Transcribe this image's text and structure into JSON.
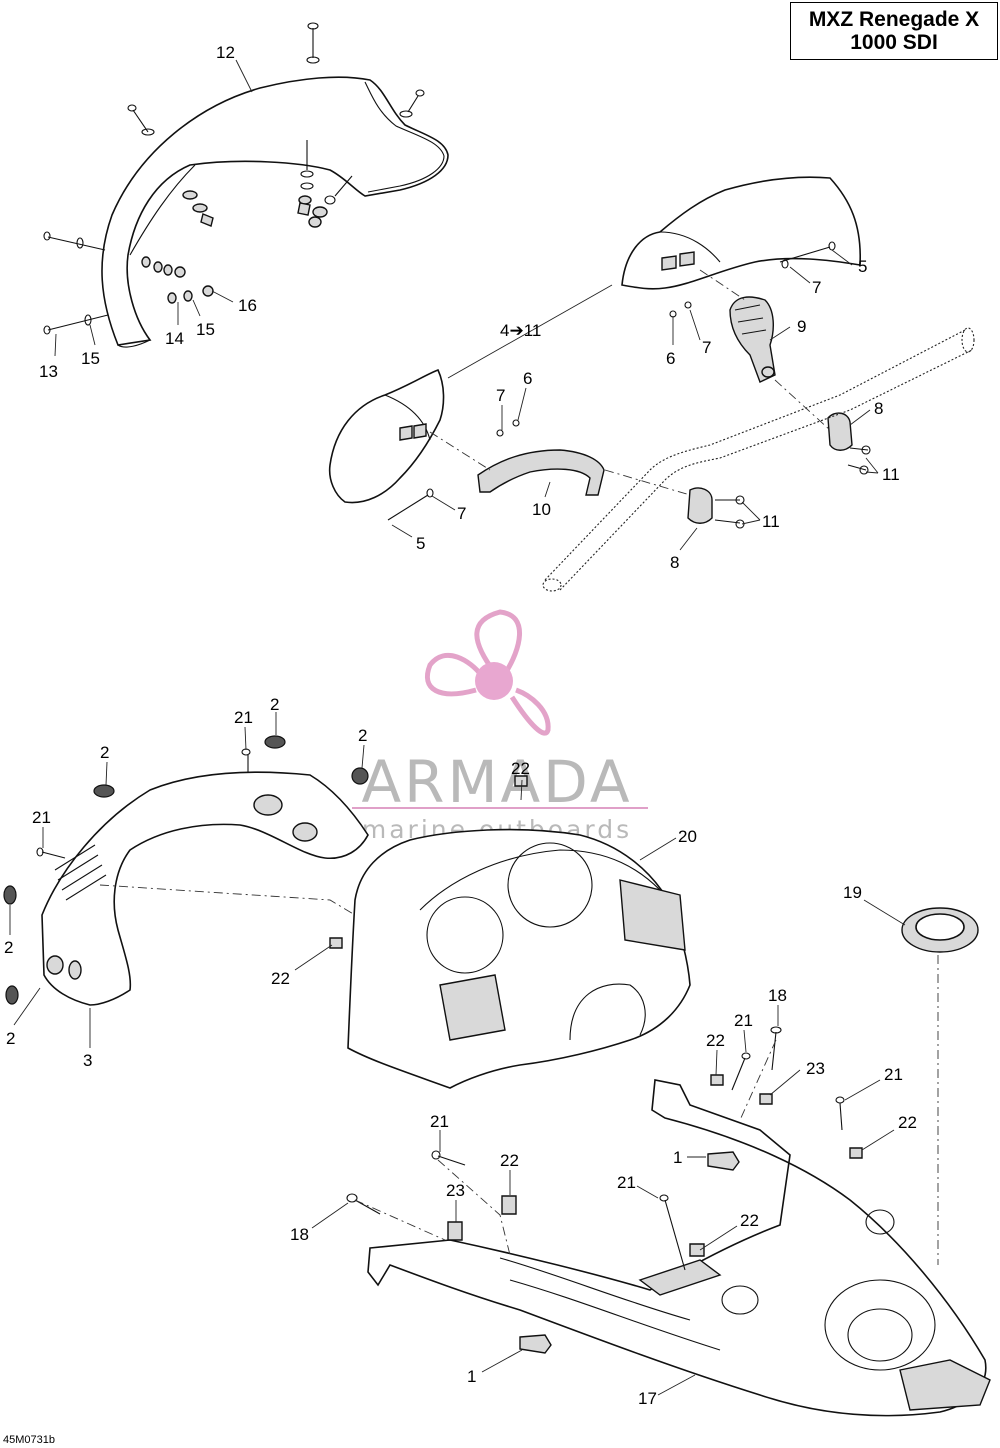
{
  "title": {
    "line1": "MXZ Renegade X",
    "line2": "1000 SDI"
  },
  "doc_code": "45M0731b",
  "watermark": {
    "brand": "ARMADA",
    "subtitle": "marine outboards",
    "color": "#e0a0c8"
  },
  "callouts": [
    "12",
    "13",
    "15",
    "14",
    "15",
    "16",
    "4➔11",
    "5",
    "7",
    "6",
    "7",
    "9",
    "7",
    "6",
    "7",
    "5",
    "10",
    "8",
    "11",
    "11",
    "8",
    "2",
    "21",
    "2",
    "2",
    "21",
    "22",
    "20",
    "2",
    "2",
    "22",
    "3",
    "19",
    "18",
    "21",
    "22",
    "23",
    "21",
    "22",
    "1",
    "21",
    "22",
    "23",
    "18",
    "21",
    "22",
    "1",
    "17"
  ]
}
